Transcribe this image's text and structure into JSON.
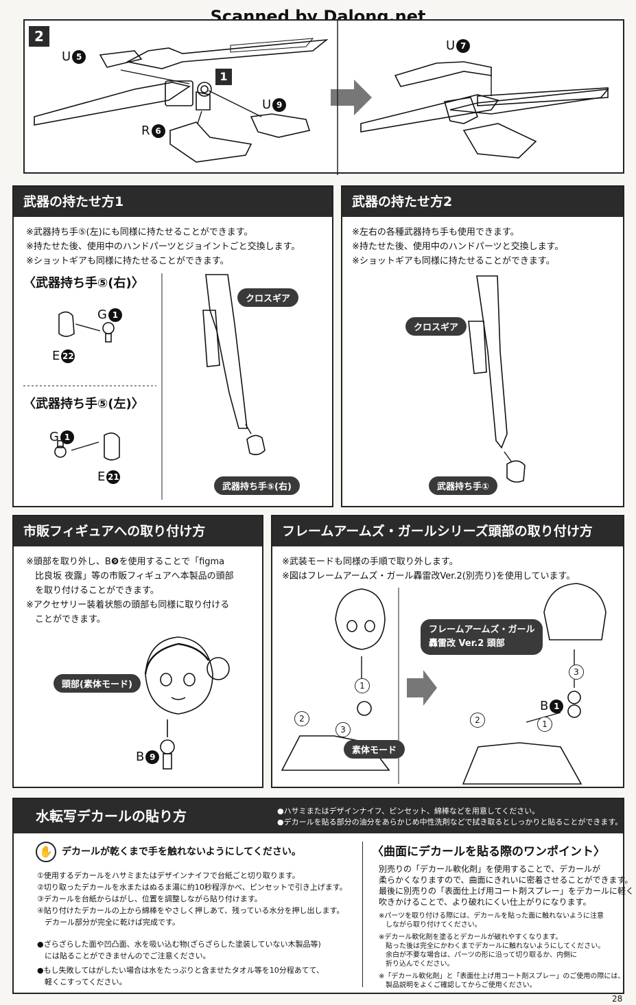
{
  "watermark": "Scanned by Dalong.net",
  "page_number": "28",
  "step2": {
    "step_number": "2",
    "inner_step": "1",
    "part_u5": "U",
    "part_u5_num": "5",
    "part_r6": "R",
    "part_r6_num": "6",
    "part_u9": "U",
    "part_u9_num": "9",
    "part_u7": "U",
    "part_u7_num": "7"
  },
  "weapon1": {
    "title": "武器の持たせ方1",
    "notes": [
      "※武器持ち手⑤(左)にも同様に持たせることができます。",
      "※持たせた後、使用中のハンドパーツとジョイントごと交換します。",
      "※ショットギアも同様に持たせることができます。"
    ],
    "right_heading": "〈武器持ち手⑤(右)〉",
    "left_heading": "〈武器持ち手⑤(左)〉",
    "g1": "G",
    "g1_num": "1",
    "e22": "E",
    "e22_num": "22",
    "g1b": "G",
    "g1b_num": "1",
    "e21": "E",
    "e21_num": "21",
    "crossgear": "クロスギア",
    "hand_label": "武器持ち手⑤(右)"
  },
  "weapon2": {
    "title": "武器の持たせ方2",
    "notes": [
      "※左右の各種武器持ち手も使用できます。",
      "※持たせた後、使用中のハンドパーツと交換します。",
      "※ショットギアも同様に持たせることができます。"
    ],
    "crossgear": "クロスギア",
    "hand_label": "武器持ち手①"
  },
  "figure": {
    "title": "市販フィギュアへの取り付け方",
    "notes": [
      "※頭部を取り外し、B❾を使用することで「figma",
      "　比良坂 夜露」等の市販フィギュアへ本製品の頭部",
      "　を取り付けることができます。",
      "※アクセサリー装着状態の頭部も同様に取り付ける",
      "　ことができます。"
    ],
    "head_label": "頭部(素体モード)",
    "b9": "B",
    "b9_num": "9"
  },
  "fag": {
    "title": "フレームアームズ・ガールシリーズ頭部の取り付け方",
    "notes": [
      "※武装モードも同様の手順で取り外します。",
      "※図はフレームアームズ・ガール轟雷改Ver.2(別売り)を使用しています。"
    ],
    "body_label": "素体モード",
    "head_label_1": "フレームアームズ・ガール",
    "head_label_2": "轟雷改 Ver.2 頭部",
    "b1": "B",
    "b1_num": "1",
    "s1": "1",
    "s2": "2",
    "s3": "3"
  },
  "decal": {
    "title": "水転写デカールの貼り方",
    "header_notes": [
      "●ハサミまたはデザインナイフ、ピンセット、綿棒などを用意してください。",
      "●デカールを貼る部分の油分をあらかじめ中性洗剤などで拭き取るとしっかりと貼ることができます。"
    ],
    "warning": "デカールが乾くまで手を触れないようにしてください。",
    "steps": [
      "①使用するデカールをハサミまたはデザインナイフで台紙ごと切り取ります。",
      "②切り取ったデカールを水またはぬるま湯に約10秒程浮かべ、ピンセットで引き上げます。",
      "③デカールを台紙からはがし、位置を調整しながら貼り付けます。",
      "④貼り付けたデカールの上から綿棒をやさしく押しあて、残っている水分を押し出します。",
      "　デカール部分が完全に乾けば完成です。"
    ],
    "bullet1": [
      "●ざらざらした面や凹凸面、水を吸い込む物(ざらざらした塗装していない木製品等)",
      "　には貼ることができませんのでご注意ください。"
    ],
    "bullet2": [
      "●もし失敗してはがしたい場合は水をたっぷりと含ませたタオル等を10分程あてて、",
      "　軽くこすってください。"
    ],
    "onepoint_title": "〈曲面にデカールを貼る際のワンポイント〉",
    "onepoint_body": [
      "別売りの「デカール軟化剤」を使用することで、デカールが",
      "柔らかくなりますので、曲面にきれいに密着させることができます。",
      "最後に別売りの「表面仕上げ用コート剤スプレー」をデカールに軽く",
      "吹きかけることで、より破れにくい仕上がりになります。"
    ],
    "onepoint_notes": [
      "※パーツを取り付ける際には、デカールを貼った面に触れないように注意",
      "　しながら取り付けてください。",
      "※デカール軟化剤を塗るとデカールが破れやすくなります。",
      "　貼った後は完全にかわくまでデカールに触れないようにしてください。",
      "　余白が不要な場合は、パーツの形に沿って切り取るか、内側に",
      "　折り込んでください。",
      "※「デカール軟化剤」と「表面仕上げ用コート剤スプレー」のご使用の際には、",
      "　製品説明をよくご確認してからご使用ください。"
    ]
  }
}
